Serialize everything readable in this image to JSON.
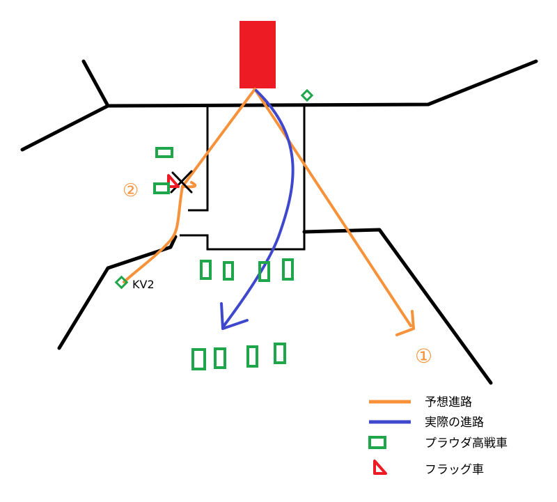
{
  "labels": {
    "route_1": "①",
    "route_2": "②",
    "kv2": "KV2"
  },
  "legend": [
    {
      "key": "expected",
      "text": "予想進路",
      "symbol": "orange-line"
    },
    {
      "key": "actual",
      "text": "実際の進路",
      "symbol": "blue-line"
    },
    {
      "key": "tank",
      "text": "プラウダ高戦車",
      "symbol": "green-rect"
    },
    {
      "key": "flag",
      "text": "フラッグ車",
      "symbol": "red-triangle"
    }
  ],
  "colors": {
    "road": "#000000",
    "start_block": "#ed1c24",
    "expected_path": "#f7923a",
    "actual_path": "#3f48cc",
    "tank": "#1fa64a",
    "flag": "#ed1c24",
    "label_orange": "#f7923a"
  }
}
